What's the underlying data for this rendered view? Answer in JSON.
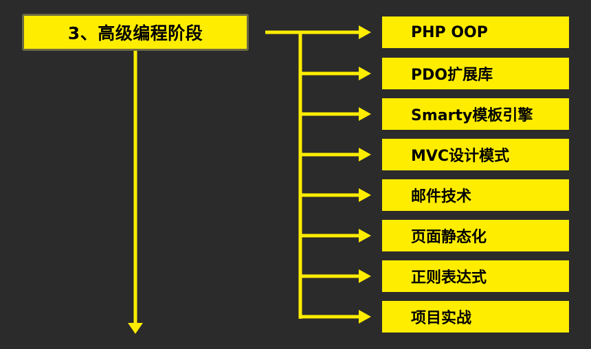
{
  "stage": {
    "title": "3、高级编程阶段"
  },
  "topics": [
    {
      "label": "PHP OOP"
    },
    {
      "label": "PDO扩展库"
    },
    {
      "label": "Smarty模板引擎"
    },
    {
      "label": "MVC设计模式"
    },
    {
      "label": "邮件技术"
    },
    {
      "label": "页面静态化"
    },
    {
      "label": "正则表达式"
    },
    {
      "label": "项目实战"
    }
  ],
  "colors": {
    "background": "#2b2b2b",
    "accent": "#ffed00",
    "stage_border": "#6d6a44",
    "text": "#000000"
  }
}
